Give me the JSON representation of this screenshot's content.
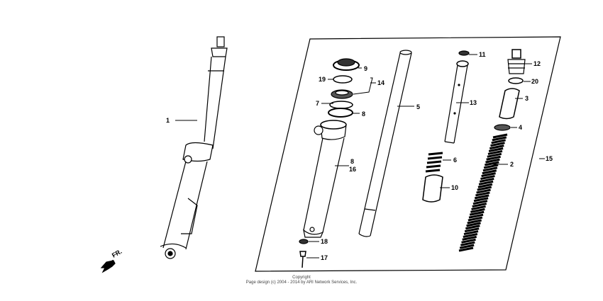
{
  "callouts": {
    "c1": "1",
    "c2": "2",
    "c3": "3",
    "c4": "4",
    "c5": "5",
    "c6": "6",
    "c7": "7",
    "c8a": "8",
    "c8b": "8",
    "c9": "9",
    "c10": "10",
    "c11": "11",
    "c12": "12",
    "c13": "13",
    "c14": "14",
    "c15": "15",
    "c16": "16",
    "c17": "17",
    "c18": "18",
    "c19": "19",
    "c20": "20"
  },
  "direction_label": "FR.",
  "copyright": {
    "line1": "Copyright",
    "line2": "Page design (c) 2004 - 2014 by ARI Network Services, Inc."
  }
}
